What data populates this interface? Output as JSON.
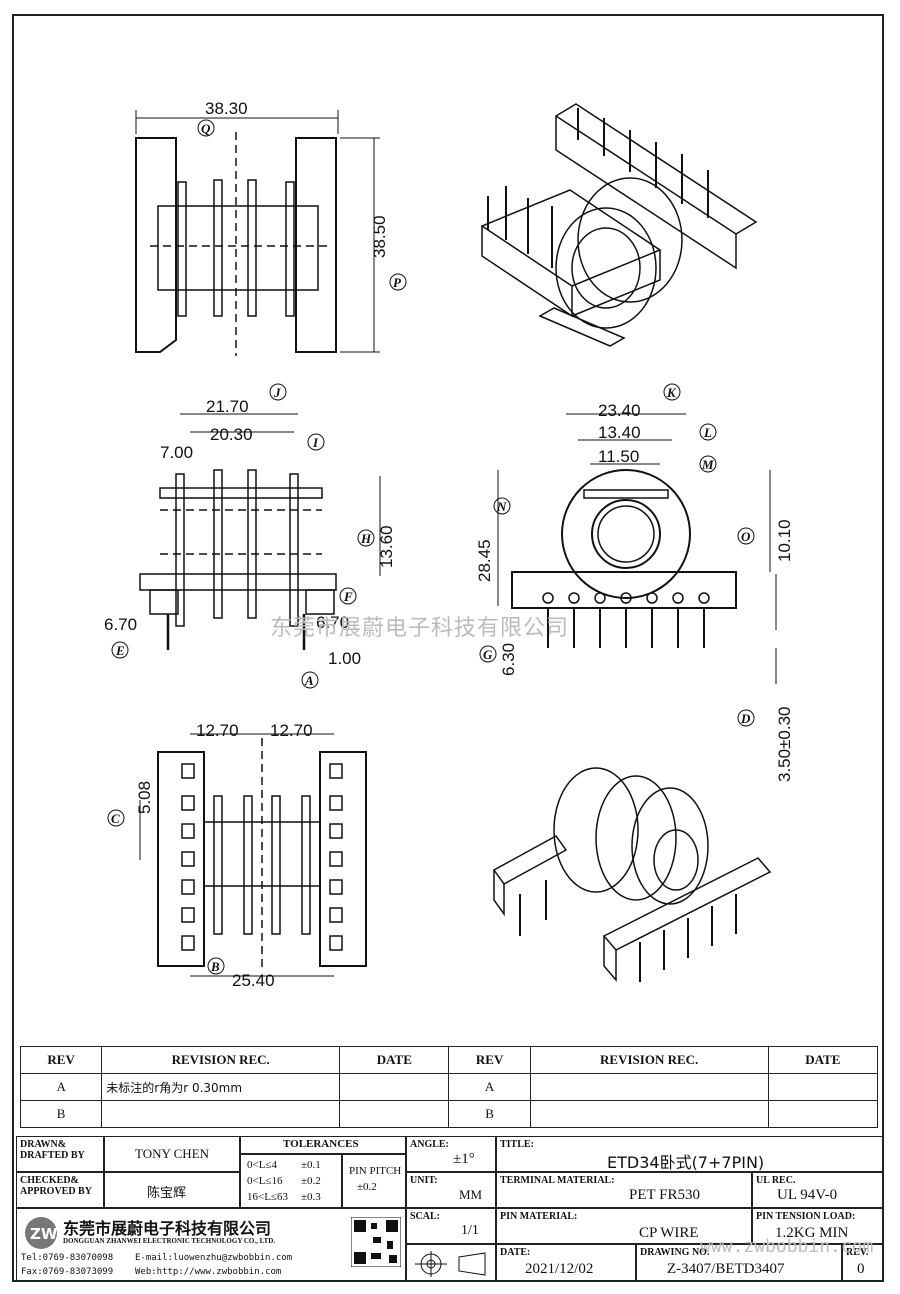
{
  "dims": {
    "top_width": "38.30",
    "top_height": "38.50",
    "side_w1": "21.70",
    "side_w2": "20.30",
    "side_w3": "7.00",
    "side_h": "13.60",
    "side_l": "6.70",
    "side_r": "6.70",
    "side_pin": "1.00",
    "front_w1": "23.40",
    "front_w2": "13.40",
    "front_w3": "11.50",
    "front_h1": "28.45",
    "front_h2": "10.10",
    "front_h3": "6.30",
    "front_pin": "3.50±0.30",
    "bottom_l": "12.70",
    "bottom_r": "12.70",
    "bottom_pitch": "5.08",
    "bottom_w": "25.40"
  },
  "labels": {
    "Q": "Q",
    "P": "P",
    "J": "J",
    "I": "I",
    "H": "H",
    "F": "F",
    "E": "E",
    "A": "A",
    "K": "K",
    "L": "L",
    "M": "M",
    "N": "N",
    "O": "O",
    "G": "G",
    "D": "D",
    "C": "C",
    "B": "B"
  },
  "watermark": "东莞市展蔚电子科技有限公司",
  "watermark2": "www.zwbobbin.com",
  "revision_table": {
    "headers": [
      "REV",
      "REVISION REC.",
      "DATE",
      "REV",
      "REVISION REC.",
      "DATE"
    ],
    "rows": [
      [
        "A",
        "未标注的r角为r 0.30mm",
        "",
        "A",
        "",
        ""
      ],
      [
        "B",
        "",
        "",
        "B",
        "",
        ""
      ]
    ]
  },
  "title_block": {
    "drawn_label": "DRAWN& DRAFTED BY",
    "drawn_value": "TONY CHEN",
    "checked_label": "CHECKED& APPROVED BY",
    "checked_value": "陈宝辉",
    "tolerances_label": "TOLERANCES",
    "tol_rows": [
      [
        "0<L≤4",
        "±0.1"
      ],
      [
        "0<L≤16",
        "±0.2"
      ],
      [
        "16<L≤63",
        "±0.3"
      ]
    ],
    "pin_pitch_label": "PIN PITCH",
    "pin_pitch_value": "±0.2",
    "angle_label": "ANGLE:",
    "angle_value": "±1°",
    "unit_label": "UNIT:",
    "unit_value": "MM",
    "scal_label": "SCAL:",
    "scal_value": "1/1",
    "title_label": "TITLE:",
    "title_value": "ETD34卧式(7+7PIN)",
    "terminal_label": "TERMINAL MATERIAL:",
    "terminal_value": "PET FR530",
    "ul_label": "UL REC.",
    "ul_value": "UL 94V-0",
    "pin_material_label": "PIN MATERIAL:",
    "pin_material_value": "CP WIRE",
    "tension_label": "PIN TENSION LOAD:",
    "tension_value": "1.2KG MIN",
    "date_label": "DATE:",
    "date_value": "2021/12/02",
    "drawing_label": "DRAWING NO.",
    "drawing_value": "Z-3407/BETD3407",
    "rev_label": "REV.",
    "rev_value": "0",
    "company_cn": "东莞市展蔚电子科技有限公司",
    "company_en": "DONGGUAN ZHANWEI ELECTRONIC TECHNOLOGY CO., LTD.",
    "tel": "Tel:0769-83070098",
    "email": "E-mail:luowenzhu@zwbobbin.com",
    "fax": "Fax:0769-83073099",
    "web": "Web:http://www.zwbobbin.com"
  }
}
